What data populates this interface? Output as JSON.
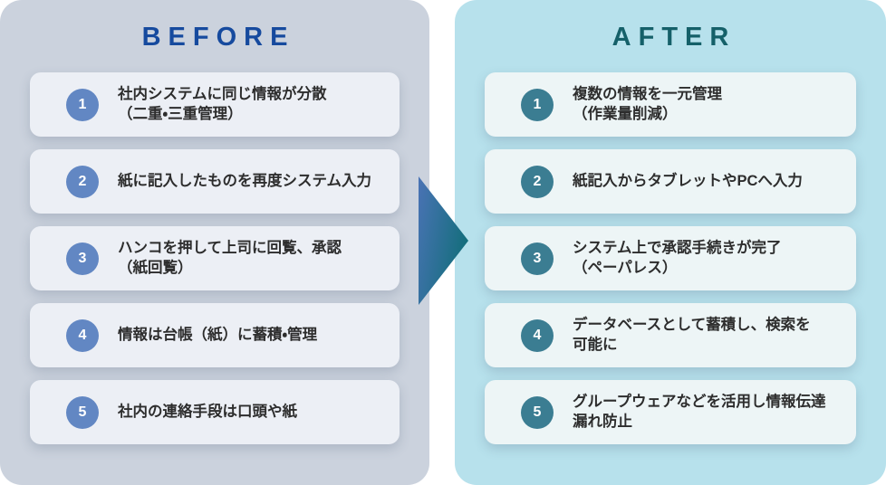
{
  "colors": {
    "before_panel_bg": "#cbd2dd",
    "before_title": "#164a9e",
    "before_card_bg": "#eceff5",
    "before_badge_bg": "#6287c3",
    "after_panel_bg": "#b7e1ec",
    "after_title": "#156069",
    "after_card_bg": "#edf5f6",
    "after_badge_bg": "#3b7d92",
    "text": "#2d2d2d",
    "badge_number": "#ffffff",
    "arrow_start": "#4a73b5",
    "arrow_end": "#146e7c"
  },
  "before": {
    "title": "BEFORE",
    "items": [
      {
        "number": "1",
        "lines": [
          "社内システムに同じ情報が分散",
          "（二重・三重管理）"
        ]
      },
      {
        "number": "2",
        "lines": [
          "紙に記入したものを再度システム入力"
        ]
      },
      {
        "number": "3",
        "lines": [
          "ハンコを押して上司に回覧、承認",
          "（紙回覧）"
        ]
      },
      {
        "number": "4",
        "lines": [
          "情報は台帳（紙）に蓄積・管理"
        ]
      },
      {
        "number": "5",
        "lines": [
          "社内の連絡手段は口頭や紙"
        ]
      }
    ]
  },
  "after": {
    "title": "AFTER",
    "items": [
      {
        "number": "1",
        "lines": [
          "複数の情報を一元管理",
          "（作業量削減）"
        ]
      },
      {
        "number": "2",
        "lines": [
          "紙記入からタブレットやPCへ入力"
        ]
      },
      {
        "number": "3",
        "lines": [
          "システム上で承認手続きが完了",
          "（ペーパレス）"
        ]
      },
      {
        "number": "4",
        "lines": [
          "データベースとして蓄積し、検索を",
          "可能に"
        ]
      },
      {
        "number": "5",
        "lines": [
          "グループウェアなどを活用し情報伝達",
          "漏れ防止"
        ]
      }
    ]
  },
  "arrow": {
    "name": "before-to-after-arrow"
  }
}
